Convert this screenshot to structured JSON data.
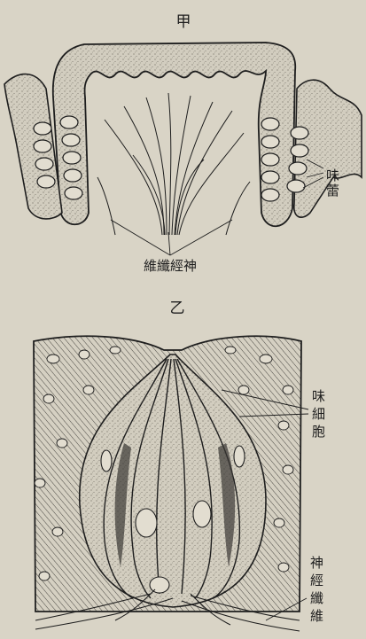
{
  "figure_top": {
    "label": "甲",
    "taste_bud_label": "味蕾",
    "nerve_fiber_label": "維纖經神"
  },
  "figure_bottom": {
    "label": "乙",
    "taste_cell_label": [
      "味",
      "細",
      "胞"
    ],
    "nerve_fiber_label": [
      "神",
      "經",
      "纖",
      "維"
    ]
  },
  "colors": {
    "paper": "#d9d4c6",
    "ink": "#1e1e1e",
    "stipple": "#8c887e"
  }
}
